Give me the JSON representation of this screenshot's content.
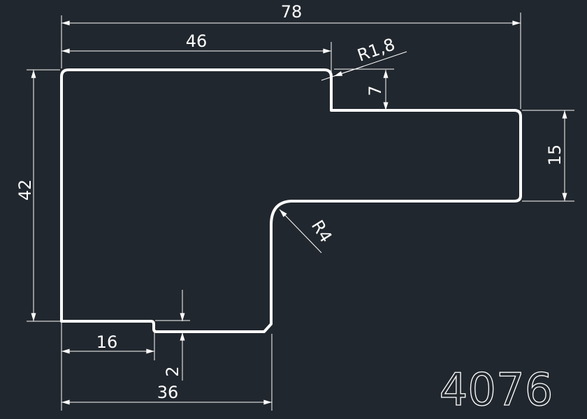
{
  "drawing": {
    "part_number": "4076",
    "colors": {
      "background": "#21272e",
      "lines": "#ffffff"
    },
    "dimensions": {
      "overall_width": "78",
      "top_width": "46",
      "corner_radius": "R1,8",
      "step_height": "7",
      "flange_height": "15",
      "inner_radius": "R4",
      "overall_height": "42",
      "bottom_step_width": "16",
      "bottom_step_height": "2",
      "bottom_width": "36"
    }
  }
}
